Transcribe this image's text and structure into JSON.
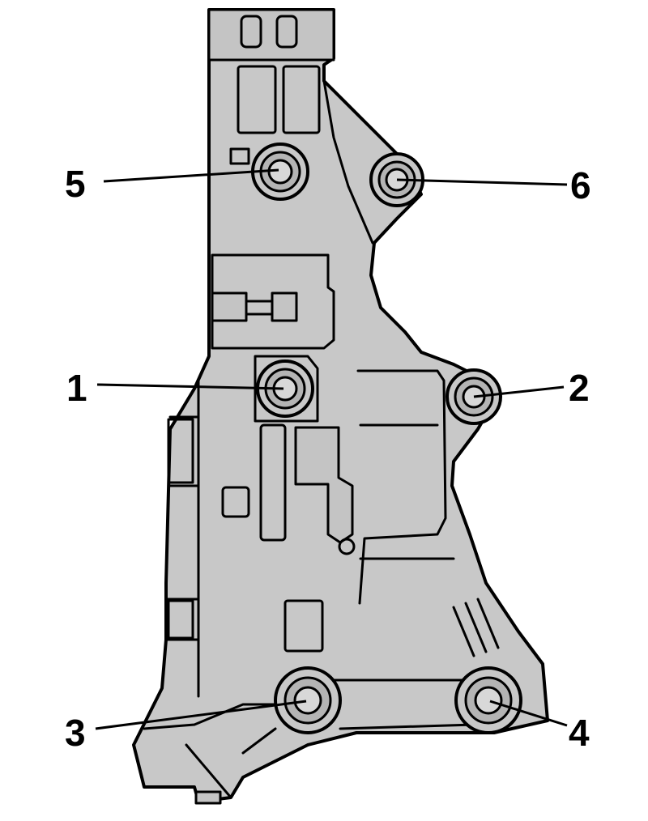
{
  "diagram": {
    "callouts": [
      {
        "id": "1",
        "label": "1"
      },
      {
        "id": "2",
        "label": "2"
      },
      {
        "id": "3",
        "label": "3"
      },
      {
        "id": "4",
        "label": "4"
      },
      {
        "id": "5",
        "label": "5"
      },
      {
        "id": "6",
        "label": "6"
      }
    ],
    "colors": {
      "part_fill": "#c8c8c8",
      "line": "#000000",
      "background": "#ffffff"
    }
  }
}
